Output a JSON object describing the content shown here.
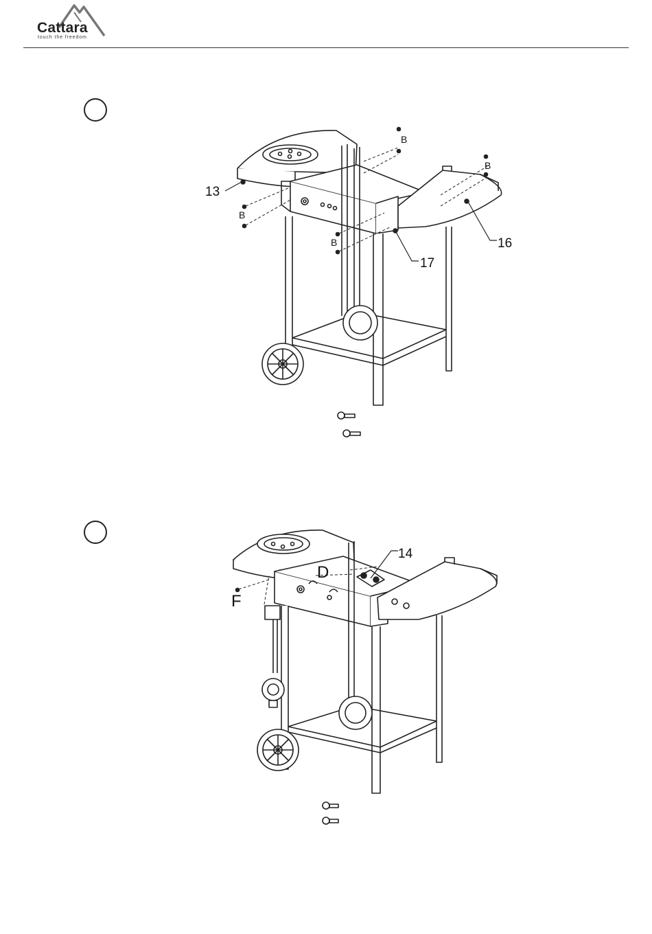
{
  "header": {
    "brand": "Cattara",
    "tagline": "touch the freedom",
    "logo_icon": "mountain-logo-icon"
  },
  "step1": {
    "callouts": {
      "c13": "13",
      "c16": "16",
      "c17": "17",
      "b1": "B",
      "b2": "B",
      "b3": "B",
      "b4": "B"
    }
  },
  "step2": {
    "callouts": {
      "c14": "14",
      "d": "D",
      "f": "F"
    }
  },
  "colors": {
    "line": "#222222",
    "fill": "#ffffff",
    "shade": "#d9d9d9"
  }
}
